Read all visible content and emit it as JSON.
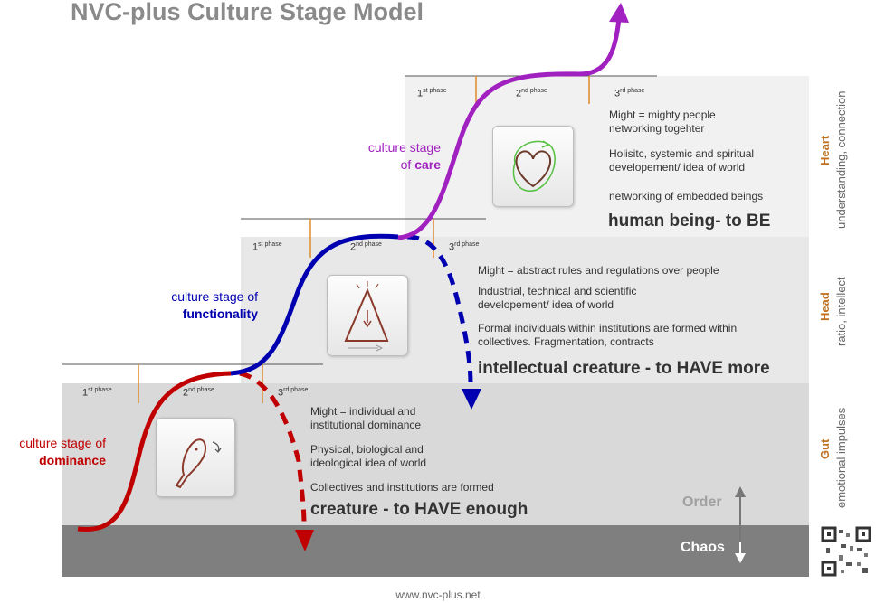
{
  "title": "NVC-plus Culture Stage Model",
  "footer": "www.nvc-plus.net",
  "colors": {
    "dominance": "#c00000",
    "functionality": "#0000b0",
    "care": "#a020c0",
    "accent": "#c0701f"
  },
  "phase": {
    "first": "st phase",
    "second": "nd phase",
    "third": "rd phase",
    "n1": "1",
    "n2": "2",
    "n3": "3"
  },
  "stages": [
    {
      "label_pre": "culture stage of",
      "label_main": "dominance",
      "might": "Might = individual and institutional dominance",
      "idea": "Physical, biological and ideological idea of world",
      "social": "Collectives and institutions are formed",
      "motto": "creature - to HAVE enough",
      "icon": "club-icon"
    },
    {
      "label_pre": "culture stage of",
      "label_main": "functionality",
      "might": "Might = abstract rules and regulations over people",
      "idea": "Industrial, technical and scientific developement/ idea of world",
      "social": "Formal individuals within institutions are formed within collectives. Fragmentation, contracts",
      "motto": "intellectual creature - to HAVE more",
      "icon": "triangle-eye-icon"
    },
    {
      "label_pre": "culture stage",
      "label_main": "care",
      "label_of": "of",
      "might": "Might = mighty people networking togehter",
      "idea": "Holisitc, systemic and spiritual developement/ idea of world",
      "social": "networking of embedded beings",
      "motto": "human being- to BE",
      "icon": "heart-icon"
    }
  ],
  "levels": [
    {
      "name": "Heart",
      "desc": "understanding, connection"
    },
    {
      "name": "Head",
      "desc": "ratio, intellect"
    },
    {
      "name": "Gut",
      "desc": "emotional impulses"
    }
  ],
  "order": "Order",
  "chaos": "Chaos"
}
